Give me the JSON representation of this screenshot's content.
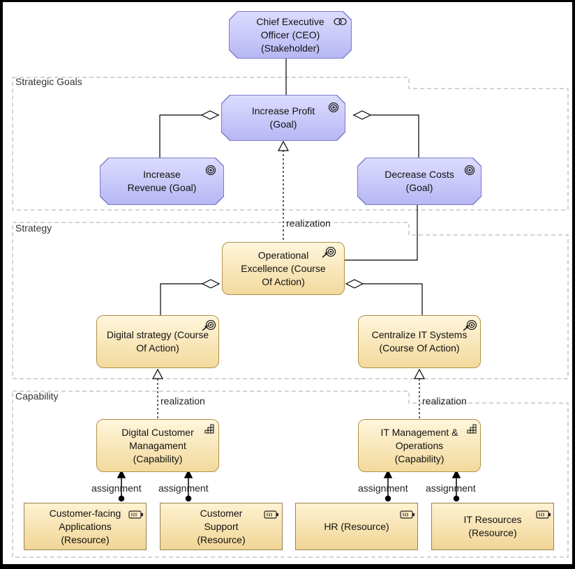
{
  "groups": {
    "strategic_goals": "Strategic Goals",
    "strategy": "Strategy",
    "capability": "Capability"
  },
  "nodes": {
    "ceo": "Chief Executive Officer (CEO) (Stakeholder)",
    "increase_profit": "Increase Profit (Goal)",
    "increase_revenue": "Increase Revenue  (Goal)",
    "decrease_costs": "Decrease Costs (Goal)",
    "operational_excellence": "Operational Excellence (Course Of Action)",
    "digital_strategy": "Digital strategy (Course Of Action)",
    "centralize_it": "Centralize IT Systems (Course Of Action)",
    "digital_customer": "Digital Customer Managament (Capability)",
    "it_management": "IT Management & Operations (Capability)",
    "customer_facing": "Customer-facing Applications (Resource)",
    "customer_support": "Customer Support (Resource)",
    "hr": "HR  (Resource)",
    "it_resources": "IT Resources (Resource)"
  },
  "relations": {
    "realization_1": "realization",
    "realization_2": "realization",
    "realization_3": "realization",
    "assignment_1": "assignment",
    "assignment_2": "assignment",
    "assignment_3": "assignment",
    "assignment_4": "assignment"
  },
  "icons": {
    "stakeholder": "stakeholder-icon",
    "goal": "goal-target-icon",
    "course_of_action": "course-of-action-icon",
    "capability": "capability-icon",
    "resource": "resource-battery-icon"
  },
  "colors": {
    "motivation": "#c5c5f8",
    "strategy": "#f7e4b4",
    "background": "#ffffff"
  }
}
